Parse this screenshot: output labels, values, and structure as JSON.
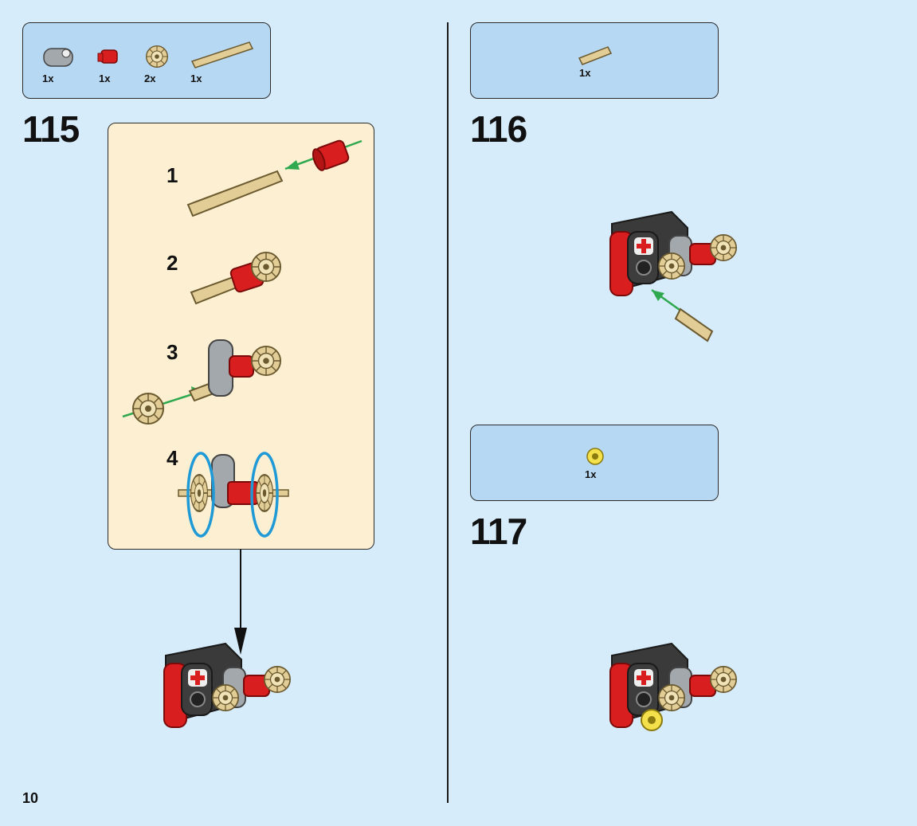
{
  "page_number": "10",
  "steps": [
    {
      "number": "115",
      "parts": [
        {
          "icon": "gray-pin-connector-icon",
          "qty": "1x"
        },
        {
          "icon": "red-bush-icon",
          "qty": "1x"
        },
        {
          "icon": "tan-gear-icon",
          "qty": "2x"
        },
        {
          "icon": "tan-axle-icon",
          "qty": "1x"
        }
      ],
      "substeps": [
        "1",
        "2",
        "3",
        "4"
      ]
    },
    {
      "number": "116",
      "parts": [
        {
          "icon": "tan-short-axle-icon",
          "qty": "1x"
        }
      ]
    },
    {
      "number": "117",
      "parts": [
        {
          "icon": "yellow-bush-icon",
          "qty": "1x"
        }
      ]
    }
  ],
  "colors": {
    "page_bg": "#d6ecfa",
    "parts_box_bg": "#b7d8f3",
    "substep_bg": "#fdf0d2",
    "red": "#d81e1e",
    "tan": "#e2cd96",
    "gray": "#a3a8ad",
    "dark": "#3a3a3a",
    "yellow": "#f4e04a",
    "arrow_green": "#2fa84f",
    "callout_blue": "#1f9ad6"
  }
}
